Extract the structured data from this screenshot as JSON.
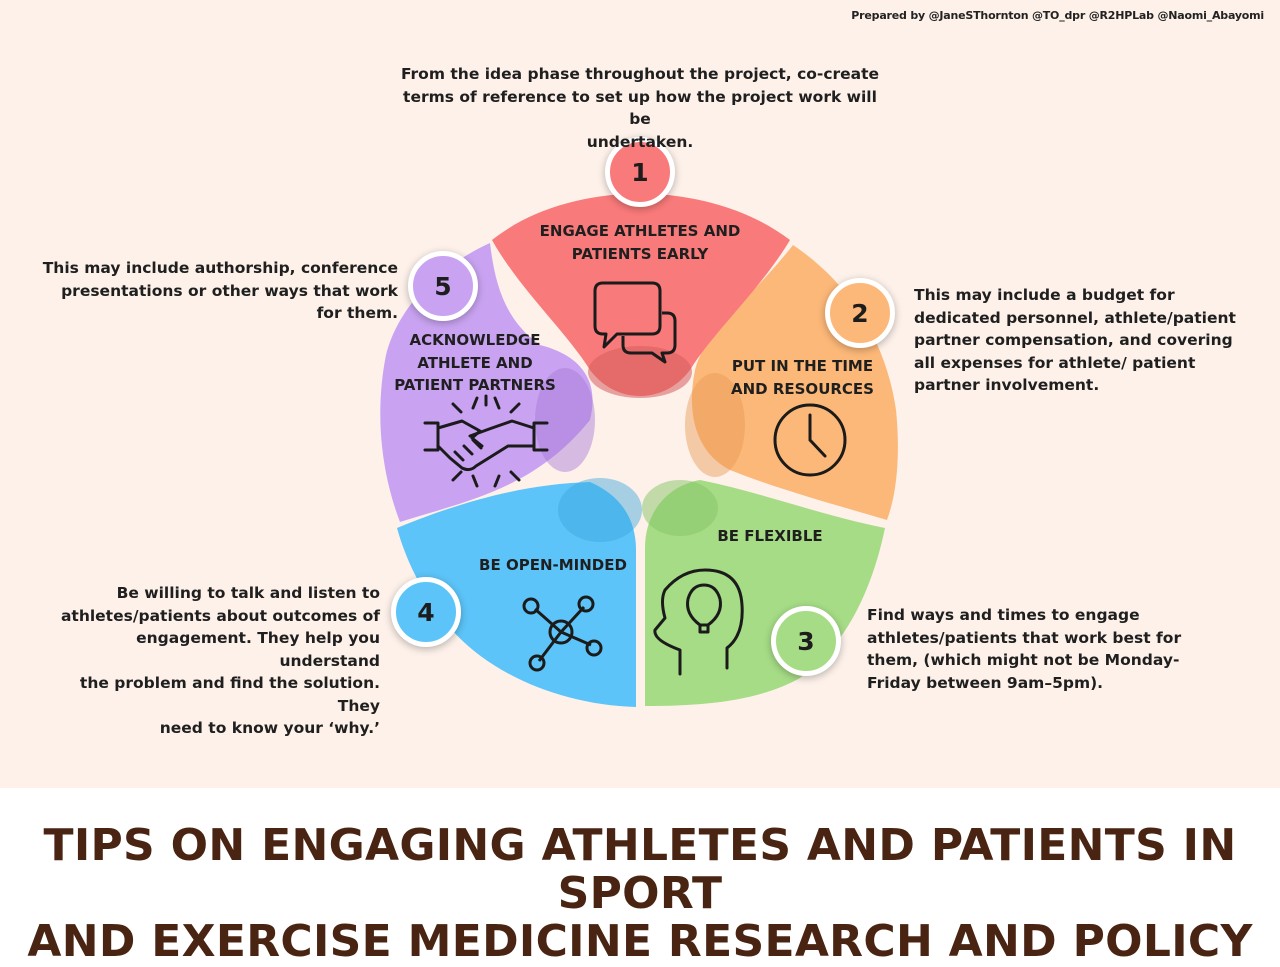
{
  "credit": "Prepared by @JaneSThornton @TO_dpr @R2HPLab @Naomi_Abayomi",
  "title_line1": "TIPS ON ENGAGING ATHLETES AND PATIENTS IN SPORT",
  "title_line2": "AND EXERCISE MEDICINE RESEARCH AND POLICY",
  "colors": {
    "background": "#fdf1ea",
    "title": "#4a2413",
    "segment1": "#f97a7a",
    "segment2": "#fcb878",
    "segment3": "#a6dc86",
    "segment4": "#5cc4f8",
    "segment5": "#c9a3f1"
  },
  "tips": [
    {
      "number": "1",
      "title_lines": [
        "ENGAGE ATHLETES AND",
        "PATIENTS EARLY"
      ],
      "icon": "speech-bubbles-icon",
      "description_lines": [
        "From the idea phase throughout the project, co-create",
        "terms of reference to set up how the project work will be",
        "undertaken."
      ]
    },
    {
      "number": "2",
      "title_lines": [
        "PUT IN THE TIME",
        "AND RESOURCES"
      ],
      "icon": "clock-icon",
      "description_lines": [
        "This may include a budget for",
        "dedicated personnel, athlete/patient",
        "partner compensation, and covering",
        "all expenses for athlete/ patient",
        "partner involvement."
      ]
    },
    {
      "number": "3",
      "title_lines": [
        "BE FLEXIBLE"
      ],
      "icon": "head-lightbulb-icon",
      "description_lines": [
        "Find ways and times to engage",
        "athletes/patients that work best for",
        "them, (which might not be Monday-",
        "Friday between 9am–5pm)."
      ]
    },
    {
      "number": "4",
      "title_lines": [
        "BE OPEN-MINDED"
      ],
      "icon": "network-hub-icon",
      "description_lines": [
        "Be willing to talk and listen to",
        "athletes/patients about outcomes of",
        "engagement. They help you understand",
        "the problem and find the solution. They",
        "need to know your ‘why.’"
      ]
    },
    {
      "number": "5",
      "title_lines": [
        "ACKNOWLEDGE",
        "ATHLETE AND",
        "PATIENT PARTNERS"
      ],
      "icon": "handshake-icon",
      "description_lines": [
        "This may include authorship, conference",
        "presentations or other ways that work",
        "for them."
      ]
    }
  ]
}
